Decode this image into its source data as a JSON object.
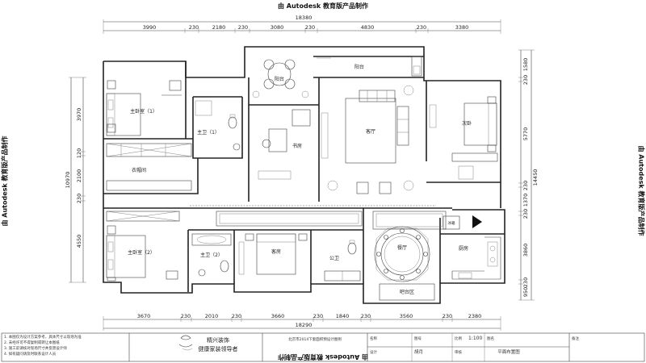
{
  "watermark": "由 Autodesk 教育版产品制作",
  "dimensions": {
    "top_total": "18380",
    "top_segments": [
      "3990",
      "230",
      "2180",
      "230",
      "3080",
      "230",
      "4830",
      "230",
      "3380"
    ],
    "bottom_total": "18290",
    "bottom_segments": [
      "3670",
      "230",
      "2010",
      "230",
      "3660",
      "230",
      "1840",
      "230",
      "3560",
      "230",
      "2380"
    ],
    "left_total": "10970",
    "left_segments": [
      "3970",
      "120",
      "2100",
      "230",
      "4550"
    ],
    "right_total": "14450",
    "right_segments": [
      "1580",
      "230",
      "5770",
      "230",
      "1370",
      "230",
      "3860",
      "230",
      "950"
    ]
  },
  "rooms": {
    "master_bedroom_1": "主卧室（1）",
    "master_bedroom_2": "主卧室（2）",
    "master_bath_1": "主卫（1）",
    "master_bath_2": "主卫（2）",
    "closet": "衣帽间",
    "study": "书房",
    "living_room": "客厅",
    "balcony": "阳台",
    "balcony_2": "阳台",
    "second_bedroom": "次卧",
    "guest_room": "客房",
    "public_bath": "公卫",
    "dining_room": "餐厅",
    "kitchen": "厨房",
    "fridge": "冰箱",
    "dining_area": "吧台区"
  },
  "title_block": {
    "company": "精兴装饰",
    "slogan": "健康家装领导者",
    "project": "北京市2014下套面积预设计图例",
    "field_labels": [
      "名称",
      "图号",
      "设计",
      "比例",
      "审核",
      "图名",
      "备注"
    ],
    "designer": "胡月",
    "scale": "1:100",
    "drawing_name": "平面布置图",
    "notes": [
      "1. 本图仅为设计方案参考，具体尺寸以现场为准",
      "2. 未经许可不得复制或转让本图纸",
      "3. 施工前请核对现场尺寸并反馈设计师",
      "4. 如有疑问请及时联系设计人员"
    ]
  }
}
